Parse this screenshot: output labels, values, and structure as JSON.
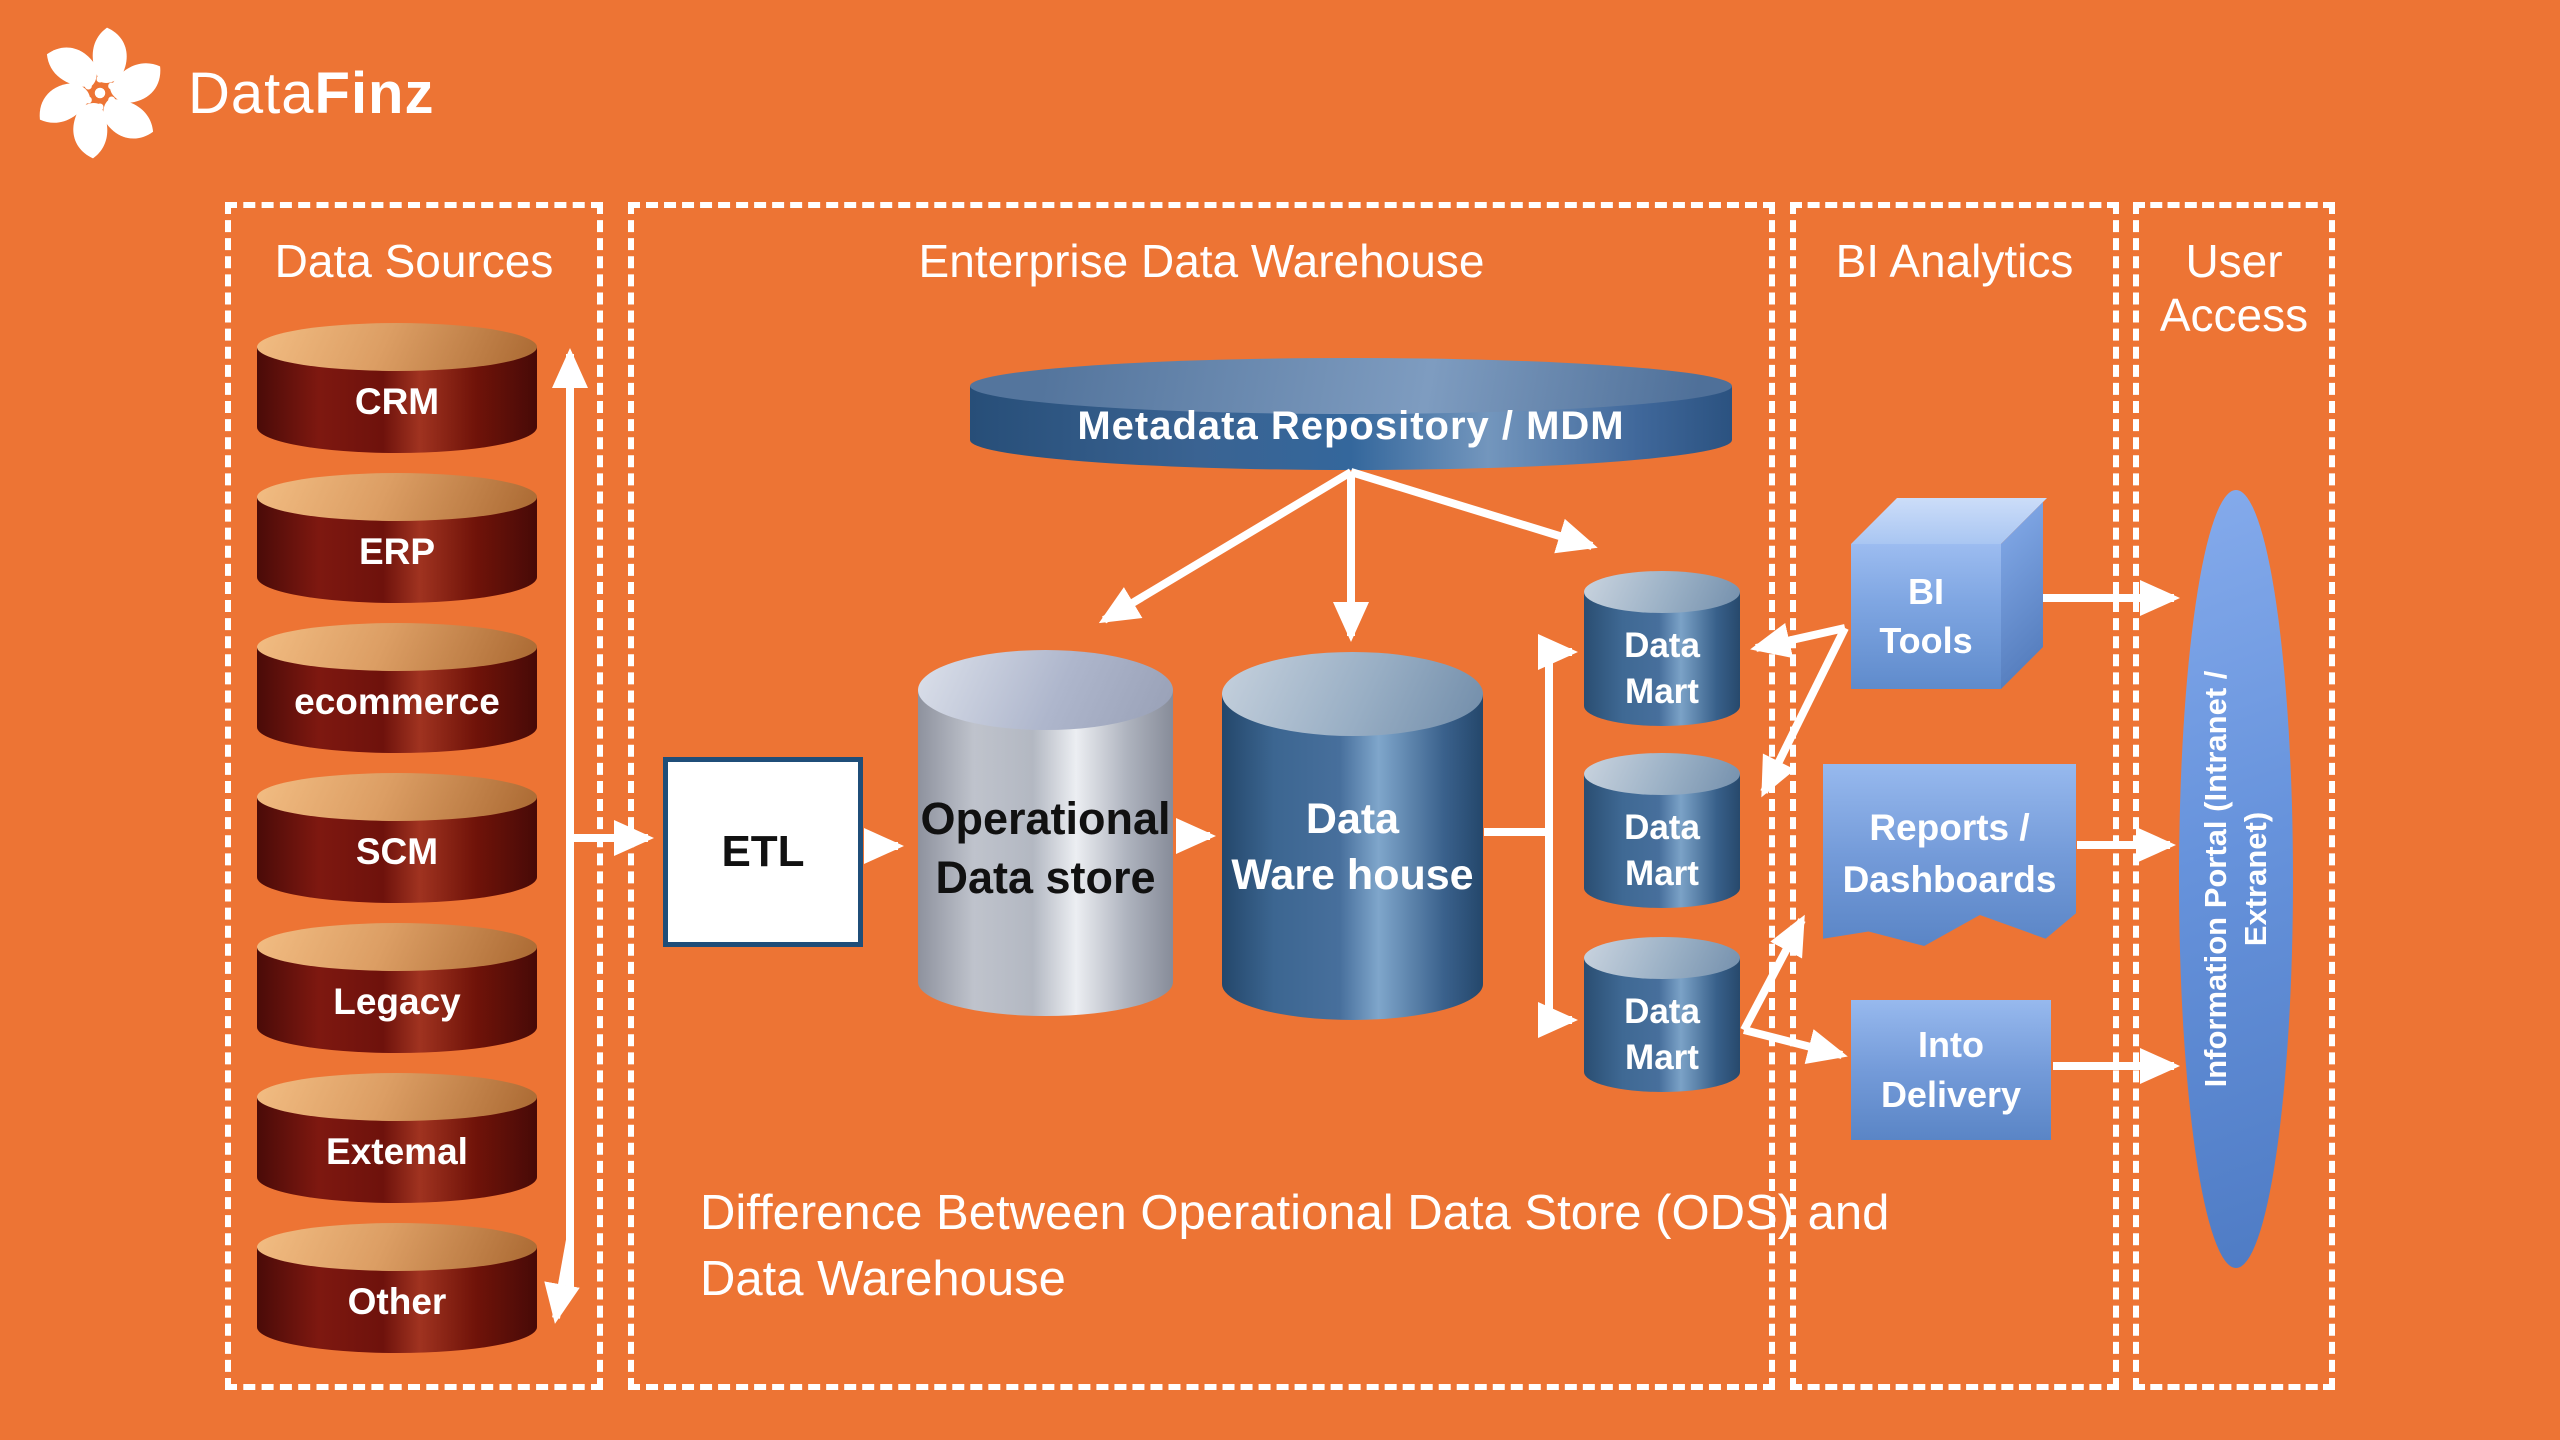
{
  "colors": {
    "background": "#ED7434",
    "dashed_border": "#FFFFFF",
    "source_db_body": "#7A150E",
    "source_db_top": "#DC9E64",
    "warehouse_db": "#4C77A4",
    "ods_db": "#C6CBD4",
    "panel_blue": "#749BD9",
    "portal_blue": "#6793DC",
    "etl_border": "#1F4E79",
    "connector": "#FFFFFF"
  },
  "logo": {
    "light": "Data",
    "bold": "Finz"
  },
  "sections": {
    "data_sources": {
      "title": "Data Sources",
      "items": [
        "CRM",
        "ERP",
        "ecommerce",
        "SCM",
        "Legacy",
        "Extemal",
        "Other"
      ]
    },
    "edw": {
      "title": "Enterprise Data Warehouse",
      "metadata": "Metadata Repository / MDM",
      "etl": "ETL",
      "ods": [
        "Operational",
        "Data store"
      ],
      "dw": [
        "Data",
        "Ware house"
      ],
      "marts": [
        "Data",
        "Mart"
      ]
    },
    "bi": {
      "title": "BI Analytics",
      "tools": [
        "BI",
        "Tools"
      ],
      "reports": [
        "Reports /",
        "Dashboards"
      ],
      "delivery": [
        "Into",
        "Delivery"
      ]
    },
    "user_access": {
      "title": [
        "User",
        "Access"
      ],
      "portal": [
        "Information Portal (Intranet /",
        "Extranet)"
      ]
    }
  },
  "caption": [
    "Difference Between Operational Data Store (ODS) and",
    "Data Warehouse"
  ]
}
